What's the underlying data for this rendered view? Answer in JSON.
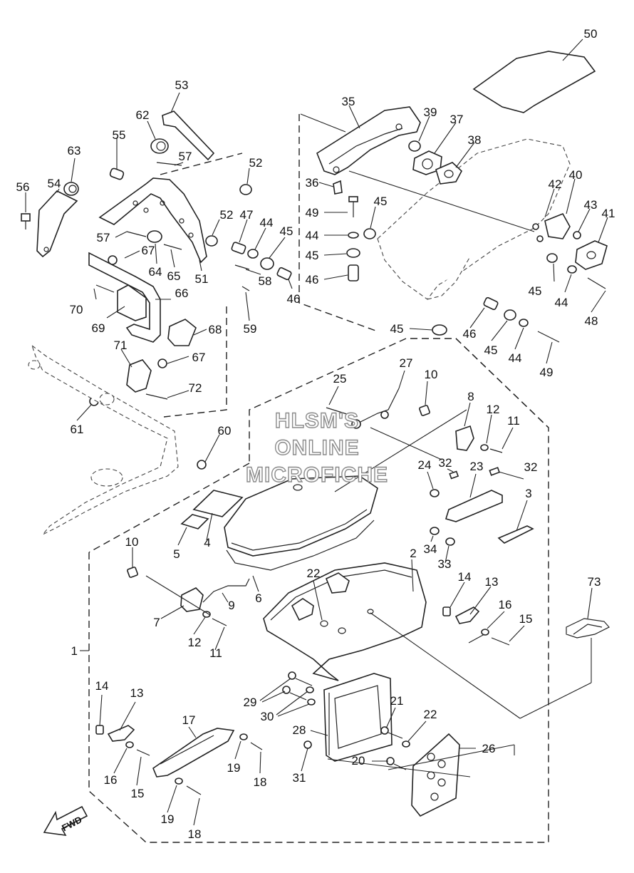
{
  "diagram": {
    "watermark": [
      "HLSM'S",
      "ONLINE",
      "MICROFICHE"
    ],
    "fwd_label": "FWD",
    "group_label": "1",
    "callouts": [
      "2",
      "3",
      "4",
      "5",
      "6",
      "7",
      "8",
      "9",
      "10",
      "10",
      "11",
      "11",
      "12",
      "12",
      "13",
      "13",
      "14",
      "14",
      "15",
      "15",
      "16",
      "16",
      "17",
      "18",
      "18",
      "19",
      "19",
      "20",
      "21",
      "22",
      "22",
      "23",
      "24",
      "25",
      "26",
      "27",
      "28",
      "29",
      "30",
      "31",
      "32",
      "32",
      "33",
      "34",
      "35",
      "36",
      "37",
      "38",
      "39",
      "40",
      "41",
      "42",
      "43",
      "44",
      "44",
      "44",
      "44",
      "45",
      "45",
      "45",
      "45",
      "45",
      "45",
      "46",
      "46",
      "46",
      "47",
      "48",
      "49",
      "49",
      "50",
      "51",
      "52",
      "52",
      "53",
      "54",
      "55",
      "56",
      "57",
      "57",
      "58",
      "59",
      "60",
      "61",
      "62",
      "63",
      "64",
      "65",
      "66",
      "67",
      "67",
      "68",
      "69",
      "70",
      "71",
      "72",
      "73"
    ]
  }
}
